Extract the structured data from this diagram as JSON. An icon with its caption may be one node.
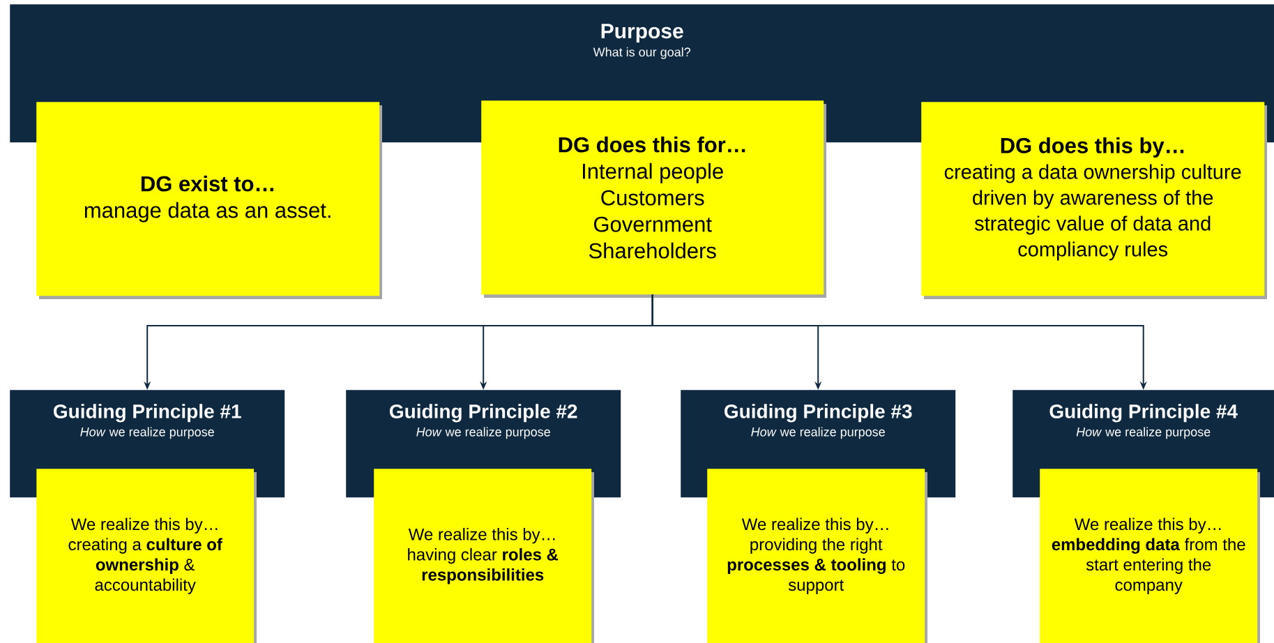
{
  "diagram": {
    "nodes": [
      {
        "text": [
          "Purpose",
          "What is our goal?"
        ]
      },
      {
        "text": [
          "DG exist to…",
          "manage data as an asset."
        ]
      },
      {
        "text": [
          "DG does this for…",
          "Internal people",
          "Customers",
          "Government",
          "Shareholders"
        ]
      },
      {
        "text": [
          "DG does this by…",
          "creating a data ownership culture driven by awareness of the strategic value of data and compliancy rules"
        ]
      },
      {
        "text": [
          "Guiding Principle #1",
          "*How* we realize purpose"
        ]
      },
      {
        "text": [
          "We realize this by…",
          "creating a **culture of ownership** & accountability"
        ]
      },
      {
        "text": [
          "Guiding Principle #2",
          "*How* we realize purpose"
        ]
      },
      {
        "text": [
          "We realize this by…",
          "having clear **roles & responsibilities**"
        ]
      },
      {
        "text": [
          "Guiding Principle #3",
          "*How* we realize purpose"
        ]
      },
      {
        "text": [
          "We realize this by…",
          "providing the right **processes & tooling** to support"
        ]
      },
      {
        "text": [
          "Guiding Principle #4",
          "*How* we realize purpose"
        ]
      },
      {
        "text": [
          "We realize this by…",
          "**embedding data** from the start entering the company"
        ]
      }
    ],
    "edges": [
      {
        "from": 2,
        "to": 4,
        "arrow": "to"
      },
      {
        "from": 2,
        "to": 6,
        "arrow": "to"
      },
      {
        "from": 2,
        "to": 8,
        "arrow": "to"
      },
      {
        "from": 2,
        "to": 10,
        "arrow": "to"
      }
    ]
  }
}
